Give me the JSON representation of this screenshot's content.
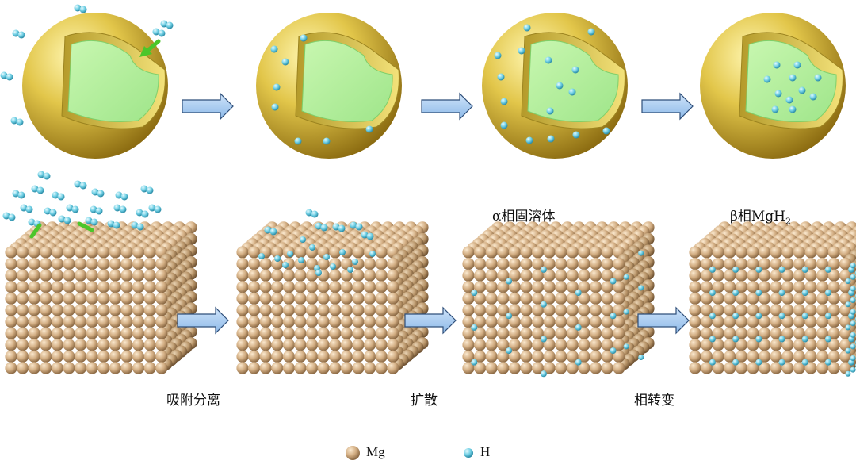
{
  "labels": {
    "step1": "吸附分离",
    "step2": "扩散",
    "step3": "相转变",
    "alpha_phase": "α相固溶体",
    "beta_phase_prefix": "β相MgH",
    "beta_phase_sub": "2"
  },
  "legend": {
    "mg": "Mg",
    "h": "H"
  },
  "colors": {
    "shell": "#d9c14a",
    "core": "#b6f29b",
    "mg_atom": "#d2b08a",
    "h_atom": "#7fd8ea",
    "arrow": "#9cc7ef",
    "green_arrow": "#4cc62a"
  }
}
